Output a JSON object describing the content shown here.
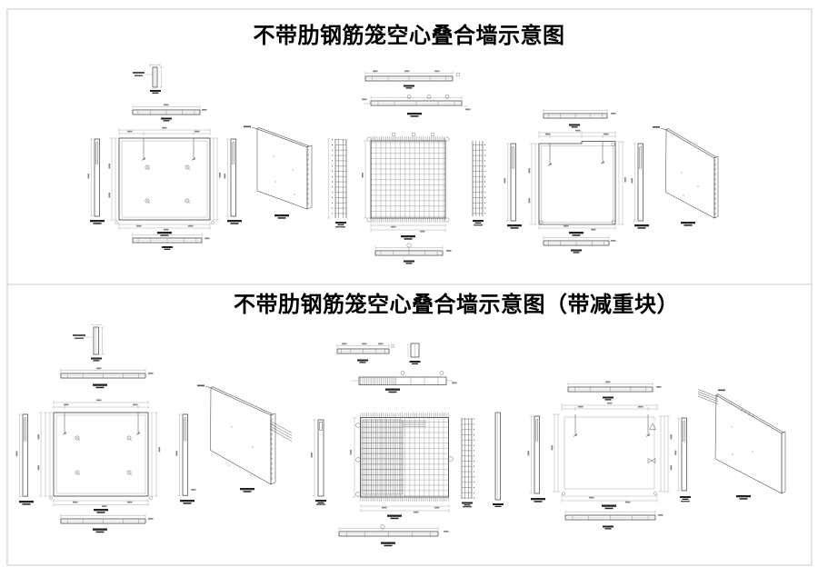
{
  "document": {
    "type": "cad-drawing-sheet",
    "background": "#ffffff",
    "frame_color": "#c8c8c8",
    "line_color": "#3d3d3d"
  },
  "panels": [
    {
      "title": "不带肋钢筋笼空心叠合墙示意图"
    },
    {
      "title": "不带肋钢筋笼空心叠合墙示意图（带减重块）"
    }
  ]
}
